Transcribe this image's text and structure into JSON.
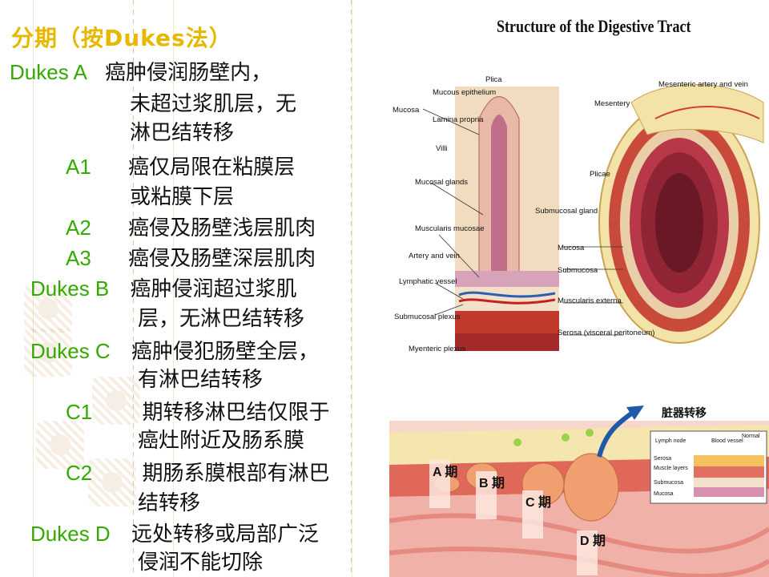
{
  "slide_title": "分期（按Dukes法）",
  "stages": [
    {
      "key": "Dukes A",
      "lines": [
        "癌肿侵润肠壁内，",
        "未超过浆肌层，无",
        "淋巴结转移"
      ]
    },
    {
      "key": "A1",
      "lines": [
        "癌仅局限在粘膜层",
        "或粘膜下层"
      ]
    },
    {
      "key": "A2",
      "lines": [
        "癌侵及肠壁浅层肌肉"
      ]
    },
    {
      "key": "A3",
      "lines": [
        "癌侵及肠壁深层肌肉"
      ]
    },
    {
      "key": "Dukes B",
      "lines": [
        "癌肿侵润超过浆肌",
        "层，无淋巴结转移"
      ]
    },
    {
      "key": "Dukes C",
      "lines": [
        "癌肿侵犯肠壁全层，",
        "有淋巴结转移"
      ]
    },
    {
      "key": "C1",
      "lines": [
        "期转移淋巴结仅限于",
        "癌灶附近及肠系膜"
      ]
    },
    {
      "key": "C2",
      "lines": [
        "期肠系膜根部有淋巴",
        "结转移"
      ]
    },
    {
      "key": "Dukes D",
      "lines": [
        "远处转移或局部广泛",
        "侵润不能切除"
      ]
    }
  ],
  "figure1": {
    "title": "Structure of the Digestive Tract",
    "labels": {
      "mucosa": "Mucosa",
      "mucous_epithelium": "Mucous epithelium",
      "lamina_propria": "Lamina propria",
      "villi": "Villi",
      "plica": "Plica",
      "mucosal_glands": "Mucosal glands",
      "muscularis_mucosae": "Muscularis mucosae",
      "artery_vein": "Artery and vein",
      "lymphatic_vessel": "Lymphatic vessel",
      "submucosal_plexus": "Submucosal plexus",
      "myenteric_plexus": "Myenteric plexus",
      "submucosal_gland": "Submucosal gland",
      "mucosa_r": "Mucosa",
      "submucosa_r": "Submucosa",
      "muscularis_externa": "Muscularis externa",
      "serosa": "Serosa (visceral peritoneum)",
      "mesenteric_artery": "Mesenteric artery and vein",
      "mesentery": "Mesentery",
      "plicae": "Plicae"
    }
  },
  "figure2": {
    "organ_metastasis": "脏器转移",
    "stage_a": "A 期",
    "stage_b": "B 期",
    "stage_c": "C 期",
    "stage_d": "D 期",
    "inset": {
      "lymph_node": "Lymph node",
      "blood_vessel": "Blood vessel",
      "normal": "Normal",
      "serosa": "Serosa",
      "muscle_layers": "Muscle layers",
      "submucosa": "Submucosa",
      "mucosa": "Mucosa"
    }
  },
  "colors": {
    "title": "#e6b800",
    "stage_key": "#33aa00",
    "body_text": "#111111"
  }
}
